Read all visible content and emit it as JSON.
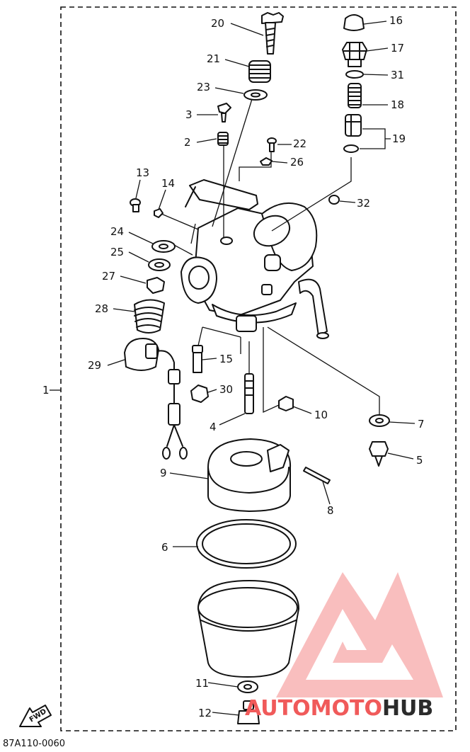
{
  "diagram": {
    "drawing_code": "87A110-0060",
    "fwd_label": "FWD",
    "frame_label": "1",
    "callouts": [
      {
        "id": "c2",
        "text": "2"
      },
      {
        "id": "c3",
        "text": "3"
      },
      {
        "id": "c4",
        "text": "4"
      },
      {
        "id": "c5",
        "text": "5"
      },
      {
        "id": "c6",
        "text": "6"
      },
      {
        "id": "c7",
        "text": "7"
      },
      {
        "id": "c8",
        "text": "8"
      },
      {
        "id": "c9",
        "text": "9"
      },
      {
        "id": "c10",
        "text": "10"
      },
      {
        "id": "c11",
        "text": "11"
      },
      {
        "id": "c12",
        "text": "12"
      },
      {
        "id": "c13",
        "text": "13"
      },
      {
        "id": "c14",
        "text": "14"
      },
      {
        "id": "c15",
        "text": "15"
      },
      {
        "id": "c16",
        "text": "16"
      },
      {
        "id": "c17",
        "text": "17"
      },
      {
        "id": "c18",
        "text": "18"
      },
      {
        "id": "c19",
        "text": "19"
      },
      {
        "id": "c20",
        "text": "20"
      },
      {
        "id": "c21",
        "text": "21"
      },
      {
        "id": "c22",
        "text": "22"
      },
      {
        "id": "c23",
        "text": "23"
      },
      {
        "id": "c24",
        "text": "24"
      },
      {
        "id": "c25",
        "text": "25"
      },
      {
        "id": "c26",
        "text": "26"
      },
      {
        "id": "c27",
        "text": "27"
      },
      {
        "id": "c28",
        "text": "28"
      },
      {
        "id": "c29",
        "text": "29"
      },
      {
        "id": "c30",
        "text": "30"
      },
      {
        "id": "c31",
        "text": "31"
      },
      {
        "id": "c32",
        "text": "32"
      }
    ]
  },
  "watermark": {
    "brand_a": "A",
    "brand_main": "UTOMOTO",
    "brand_end": "HUB",
    "colors": {
      "red": "#f05a5a",
      "dark": "#2b2b2b",
      "light": "#f7a8a8"
    }
  }
}
